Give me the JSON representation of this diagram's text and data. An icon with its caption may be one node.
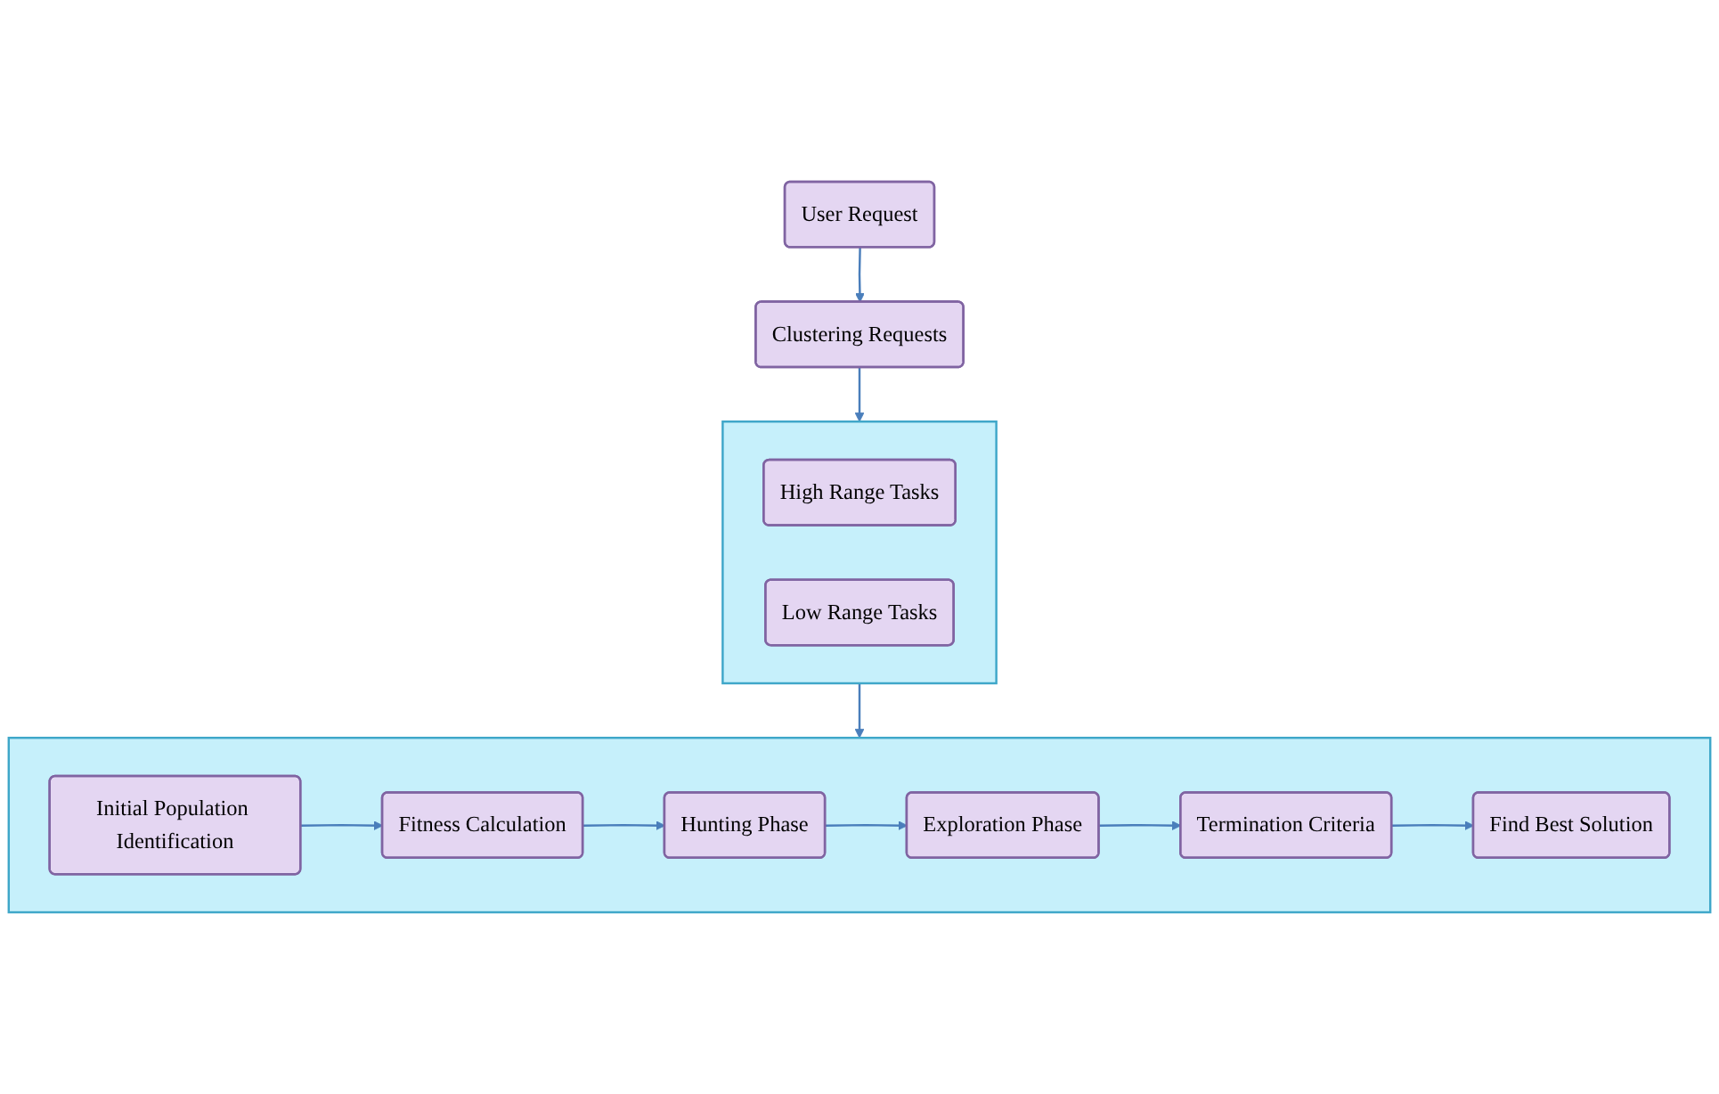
{
  "diagram": {
    "nodes": [
      {
        "text": [
          "User Request"
        ]
      },
      {
        "text": [
          "Clustering Requests"
        ]
      },
      {
        "text": [],
        "shape": "box"
      },
      {
        "text": [
          "High Range Tasks"
        ],
        "in": 2
      },
      {
        "text": [
          "Low Range Tasks"
        ],
        "in": 2
      },
      {
        "text": [],
        "shape": "box"
      },
      {
        "text": [
          "Initial Population Identification"
        ],
        "in": 5
      },
      {
        "text": [
          "Fitness Calculation"
        ],
        "in": 5
      },
      {
        "text": [
          "Hunting Phase"
        ],
        "in": 5
      },
      {
        "text": [
          "Exploration Phase"
        ],
        "in": 5
      },
      {
        "text": [
          "Termination Criteria"
        ],
        "in": 5
      },
      {
        "text": [
          "Find Best Solution"
        ],
        "in": 5
      }
    ],
    "edges": [
      {
        "from": 0,
        "to": 1,
        "arrow": "to"
      },
      {
        "from": 1,
        "to": 2,
        "arrow": "to"
      },
      {
        "from": 2,
        "to": 5,
        "arrow": "to"
      },
      {
        "from": 6,
        "to": 7,
        "arrow": "to"
      },
      {
        "from": 7,
        "to": 8,
        "arrow": "to"
      },
      {
        "from": 8,
        "to": 9,
        "arrow": "to"
      },
      {
        "from": 9,
        "to": 10,
        "arrow": "to"
      },
      {
        "from": 10,
        "to": 11,
        "arrow": "to"
      }
    ]
  }
}
